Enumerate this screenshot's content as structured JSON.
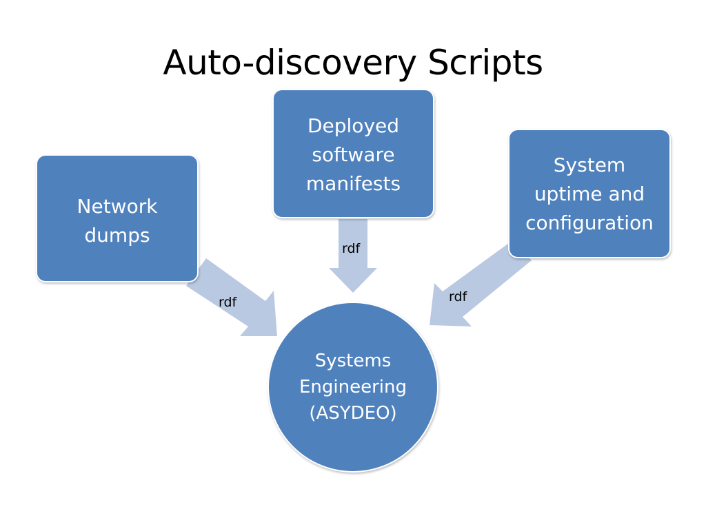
{
  "title": "Auto-discovery Scripts",
  "colors": {
    "node_fill": "#4f81bd",
    "arrow_fill": "#b9c9e2",
    "node_text": "#ffffff"
  },
  "nodes": {
    "network": "Network\ndumps",
    "deployed": "Deployed\nsoftware\nmanifests",
    "uptime": "System\nuptime and\nconfiguration",
    "center": "Systems\nEngineering\n(ASYDEO)"
  },
  "edges": [
    {
      "from": "Network dumps",
      "to": "Systems Engineering (ASYDEO)",
      "label": "rdf"
    },
    {
      "from": "Deployed software manifests",
      "to": "Systems Engineering (ASYDEO)",
      "label": "rdf"
    },
    {
      "from": "System uptime and configuration",
      "to": "Systems Engineering (ASYDEO)",
      "label": "rdf"
    }
  ]
}
